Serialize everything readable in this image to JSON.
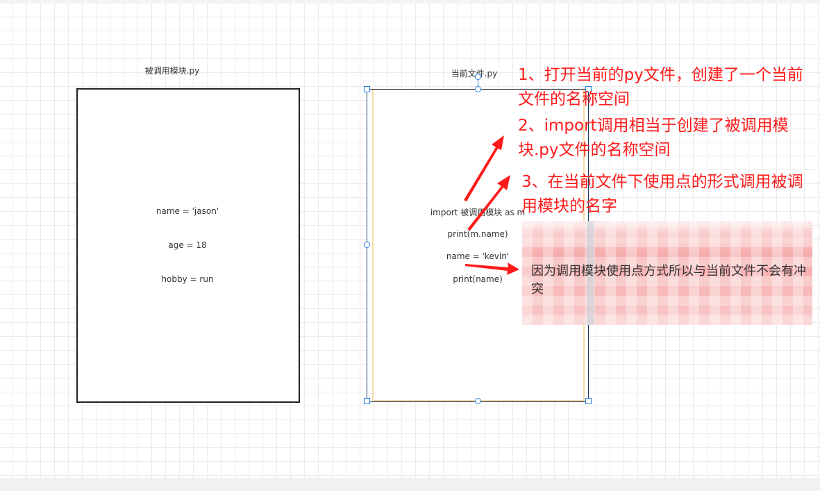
{
  "left_shape": {
    "title": "被调用模块.py",
    "lines": [
      "name = 'jason'",
      "age = 18",
      "hobby = run"
    ]
  },
  "right_shape": {
    "title": "当前文件.py",
    "lines": [
      "import 被调用模块 as m",
      "print(m.name)",
      "name = 'kevin'",
      "print(name)"
    ]
  },
  "annotations": [
    "1、打开当前的py文件，创建了一个当前文件的名称空间",
    "2、import调用相当于创建了被调用模块.py文件的名称空间",
    "3、在当前文件下使用点的形式调用被调用模块的名字"
  ],
  "note": "因为调用模块使用点方式所以与当前文件不会有冲突",
  "colors": {
    "annotation": "#ff1a1a",
    "selection": "#2a7de1"
  }
}
